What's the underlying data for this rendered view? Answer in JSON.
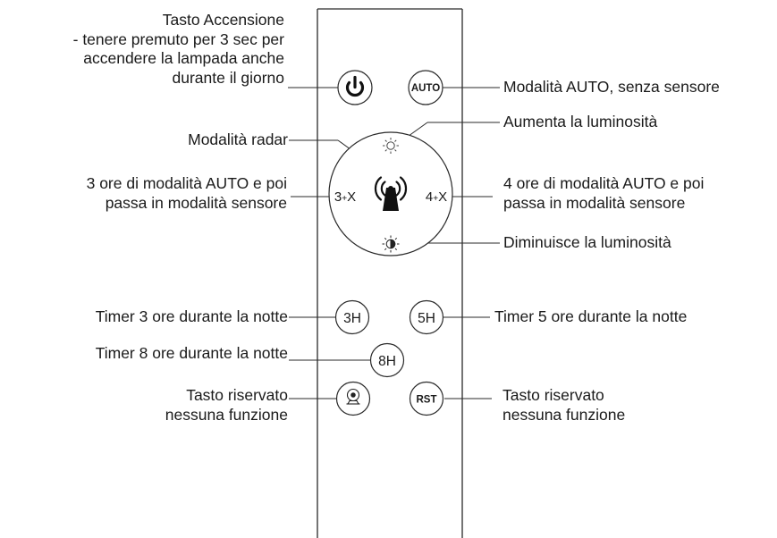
{
  "buttons": {
    "power": {
      "icon": "power-icon"
    },
    "auto": {
      "label": "AUTO"
    },
    "brightness_up": {
      "icon": "sun-outline-icon"
    },
    "brightness_down": {
      "icon": "sun-half-icon"
    },
    "radar": {
      "icon": "radar-antenna-icon"
    },
    "three_x": {
      "label": "3+X",
      "main": "3",
      "plus": "+",
      "x": "X"
    },
    "four_x": {
      "label": "4+X",
      "main": "4",
      "plus": "+",
      "x": "X"
    },
    "timer_3h": {
      "label": "3H"
    },
    "timer_5h": {
      "label": "5H"
    },
    "timer_8h": {
      "label": "8H"
    },
    "reserved_left": {
      "icon": "webcam-icon"
    },
    "rst": {
      "label": "RST"
    }
  },
  "labels": {
    "power": {
      "line1": "Tasto Accensione",
      "line2": "- tenere premuto per 3 sec per",
      "line3": "accendere la lampada anche",
      "line4": "durante il giorno"
    },
    "auto": "Modalità AUTO, senza sensore",
    "brightness_up": "Aumenta la luminosità",
    "radar": "Modalità radar",
    "three_x": {
      "line1": "3 ore di modalità AUTO e poi",
      "line2": "passa in modalità sensore"
    },
    "four_x": {
      "line1": "4 ore di modalità AUTO e poi",
      "line2": "passa in modalità sensore"
    },
    "brightness_down": "Diminuisce la luminosità",
    "timer_3h": "Timer 3 ore durante la notte",
    "timer_5h": "Timer 5 ore durante la notte",
    "timer_8h": "Timer 8 ore durante la notte",
    "reserved_left": {
      "line1": "Tasto riservato",
      "line2": "nessuna funzione"
    },
    "reserved_right": {
      "line1": "Tasto riservato",
      "line2": "nessuna funzione"
    }
  },
  "colors": {
    "line": "#2a2a2a",
    "text": "#1a1a1a",
    "background": "#ffffff"
  }
}
